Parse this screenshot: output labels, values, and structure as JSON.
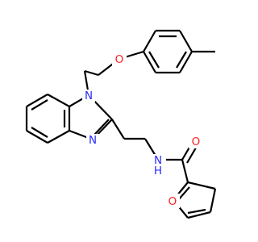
{
  "colors": {
    "bond": "#000000",
    "nitrogen": "#2a2aff",
    "oxygen": "#ff1f1f",
    "background": "#ffffff"
  },
  "atoms": {
    "o_ether": "O",
    "n_ring1": "N",
    "n_ring2": "N",
    "n_amide": "N",
    "h_amide": "H",
    "o_carbonyl": "O",
    "o_furan": "O"
  }
}
